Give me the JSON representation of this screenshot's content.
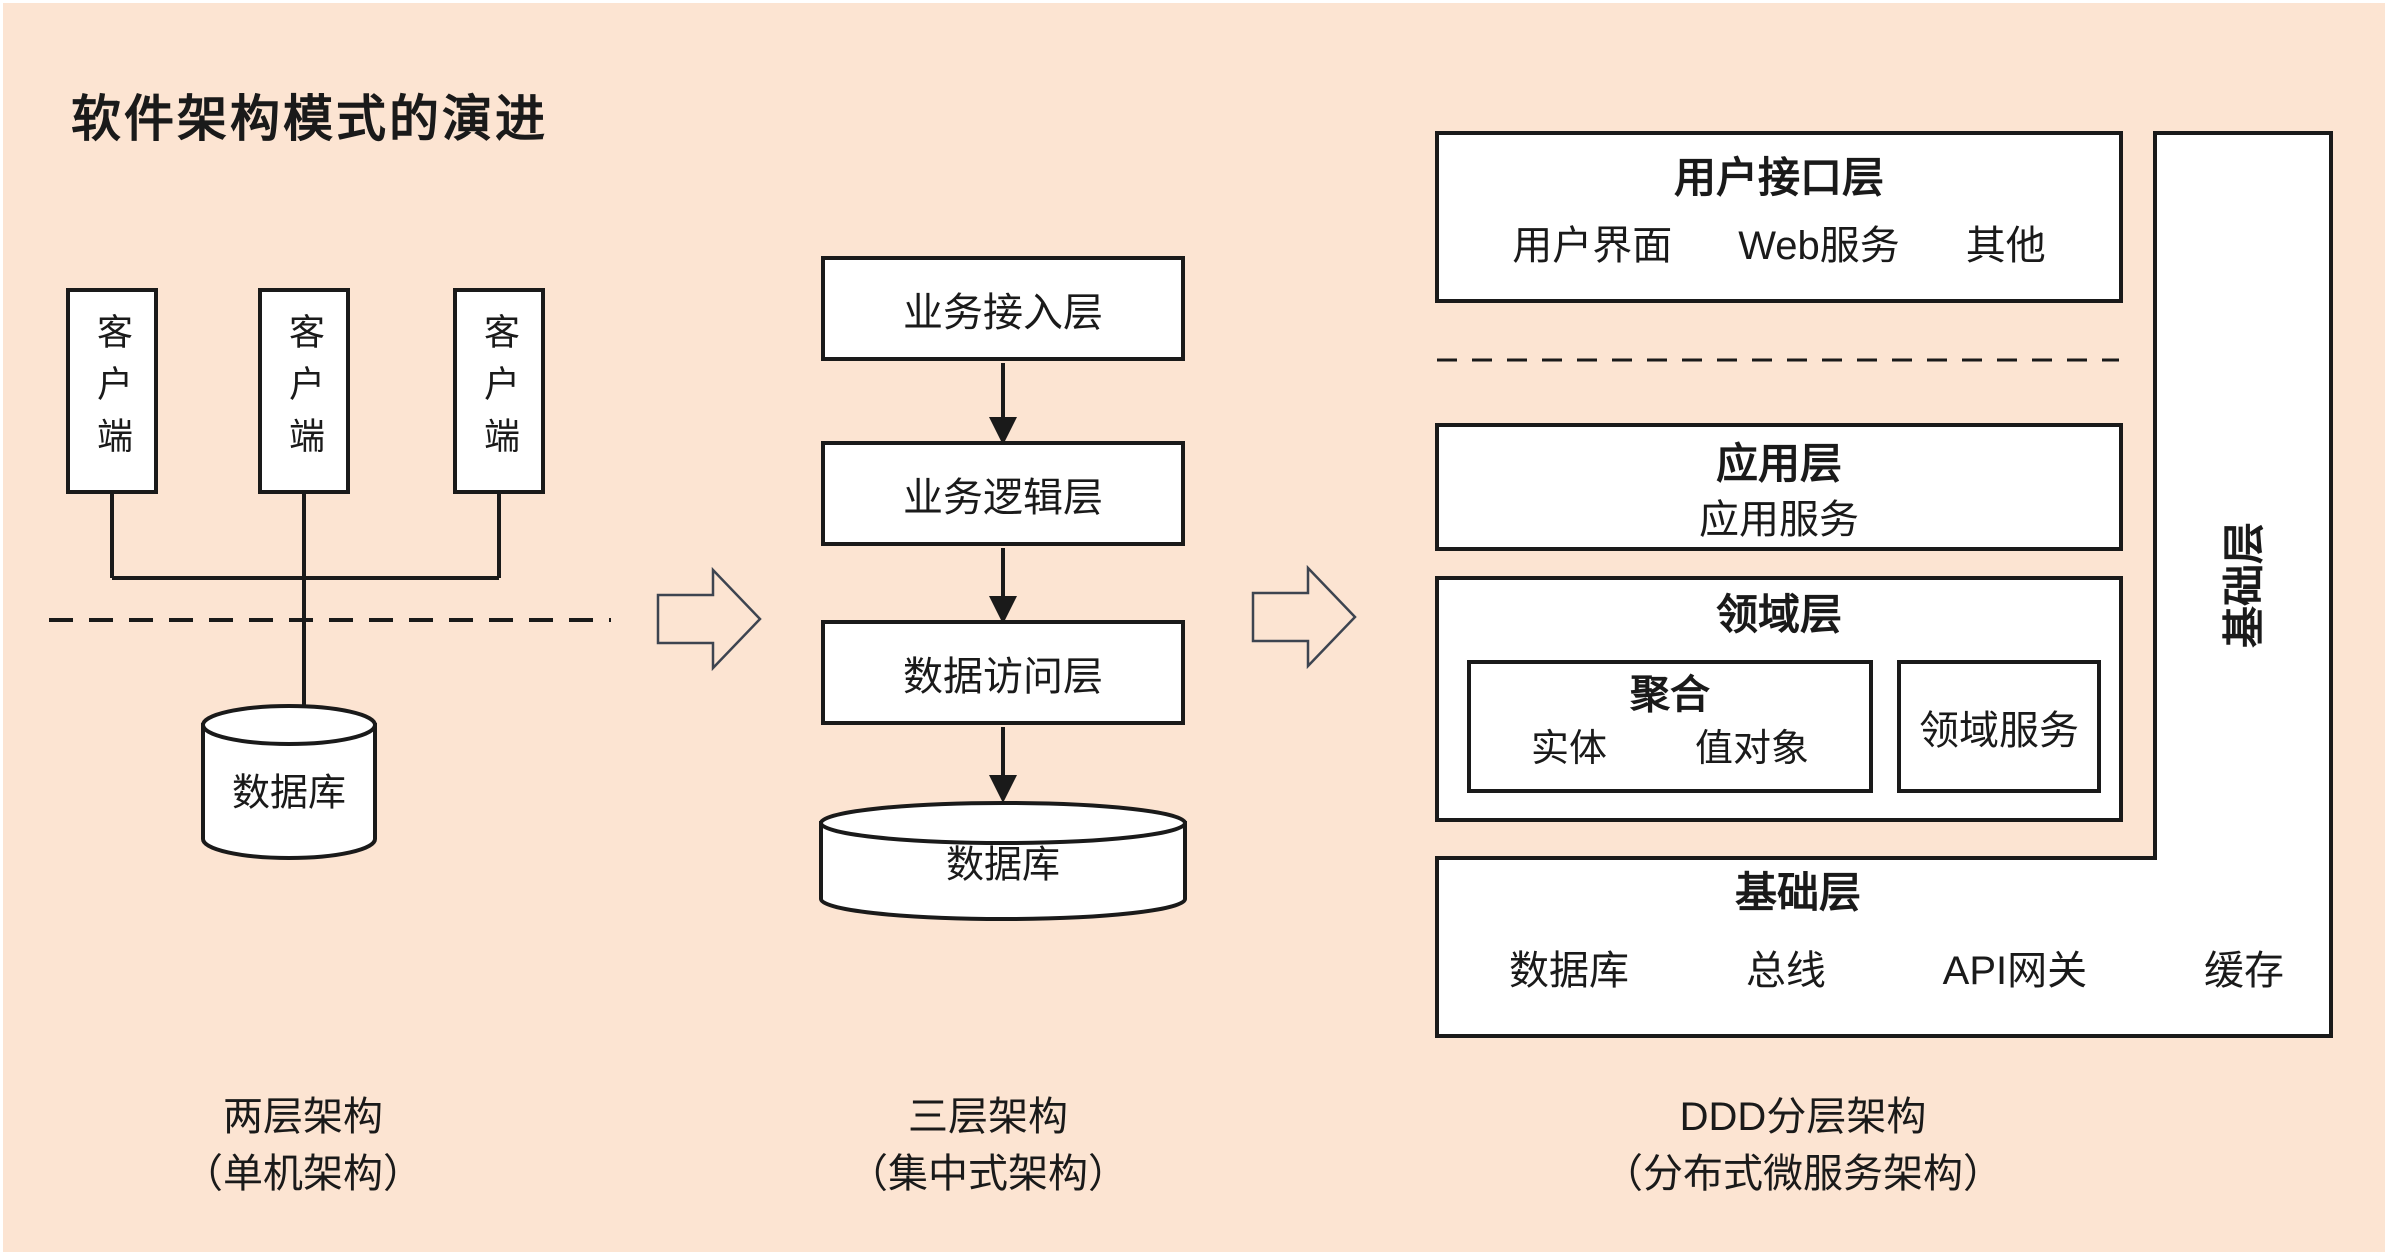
{
  "title": "软件架构模式的演进",
  "left": {
    "clients": [
      "客户端",
      "客户端",
      "客户端"
    ],
    "database": "数据库",
    "caption_line1": "两层架构",
    "caption_line2": "（单机架构）"
  },
  "middle": {
    "layers": [
      "业务接入层",
      "业务逻辑层",
      "数据访问层"
    ],
    "database": "数据库",
    "caption_line1": "三层架构",
    "caption_line2": "（集中式架构）"
  },
  "right": {
    "ui_layer": {
      "title": "用户接口层",
      "items": [
        "用户界面",
        "Web服务",
        "其他"
      ]
    },
    "app_layer": {
      "title": "应用层",
      "service": "应用服务"
    },
    "domain_layer": {
      "title": "领域层",
      "aggregate": {
        "title": "聚合",
        "entity": "实体",
        "value_object": "值对象"
      },
      "domain_service": "领域服务"
    },
    "infra_layer": {
      "title": "基础层",
      "items": [
        "数据库",
        "总线",
        "API网关",
        "缓存"
      ]
    },
    "infra_strip_label": "基础层",
    "caption_line1": "DDD分层架构",
    "caption_line2": "（分布式微服务架构）"
  },
  "colors": {
    "background": "#fce4d2",
    "stroke": "#1a1a1a",
    "box_fill": "#ffffff",
    "evolution_arrow_outline": "#3d4450"
  }
}
